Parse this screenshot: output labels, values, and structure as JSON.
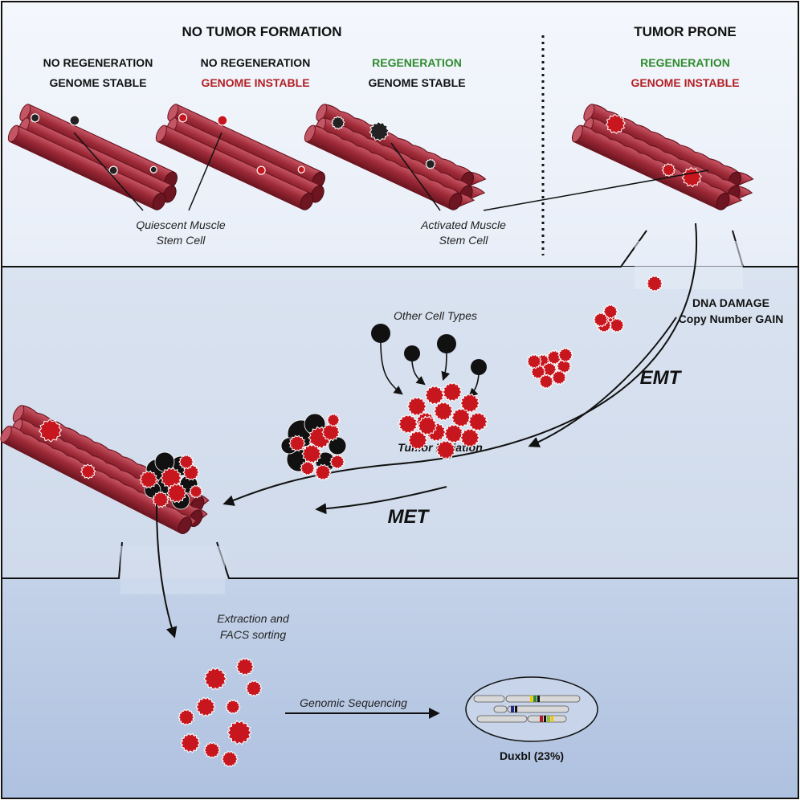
{
  "colors": {
    "black": "#1a1a1a",
    "green": "#2e8b2e",
    "red": "#b21f24",
    "panel_top": "#eef3fb",
    "panel_mid": "#d6e0ef",
    "panel_bottom": "#b7c8e3",
    "muscle": "#9a2a35",
    "muscle_dark": "#6d1520",
    "muscle_light": "#c25664",
    "cell_red": "#c8161e",
    "cell_black": "#111111"
  },
  "top": {
    "no_tumor_title": "NO TUMOR FORMATION",
    "tumor_prone_title": "TUMOR PRONE",
    "col1_line1": "NO REGENERATION",
    "col1_line2": "GENOME STABLE",
    "col2_line1": "NO REGENERATION",
    "col2_line2": "GENOME INSTABLE",
    "col3_line1": "REGENERATION",
    "col3_line2": "GENOME STABLE",
    "col4_line1": "REGENERATION",
    "col4_line2": "GENOME INSTABLE",
    "quiescent_line1": "Quiescent Muscle",
    "quiescent_line2": "Stem Cell",
    "activated_line1": "Activated Muscle",
    "activated_line2": "Stem Cell"
  },
  "middle": {
    "dna_damage": "DNA DAMAGE",
    "copy_number": "Copy Number GAIN",
    "emt": "EMT",
    "met": "MET",
    "other_cell_types": "Other Cell Types",
    "tumor_initiation": "Tumor Initiation"
  },
  "bottom": {
    "extraction_line1": "Extraction and",
    "extraction_line2": "FACS sorting",
    "genomic_sequencing": "Genomic Sequencing",
    "duxbl": "Duxbl (23%)"
  }
}
